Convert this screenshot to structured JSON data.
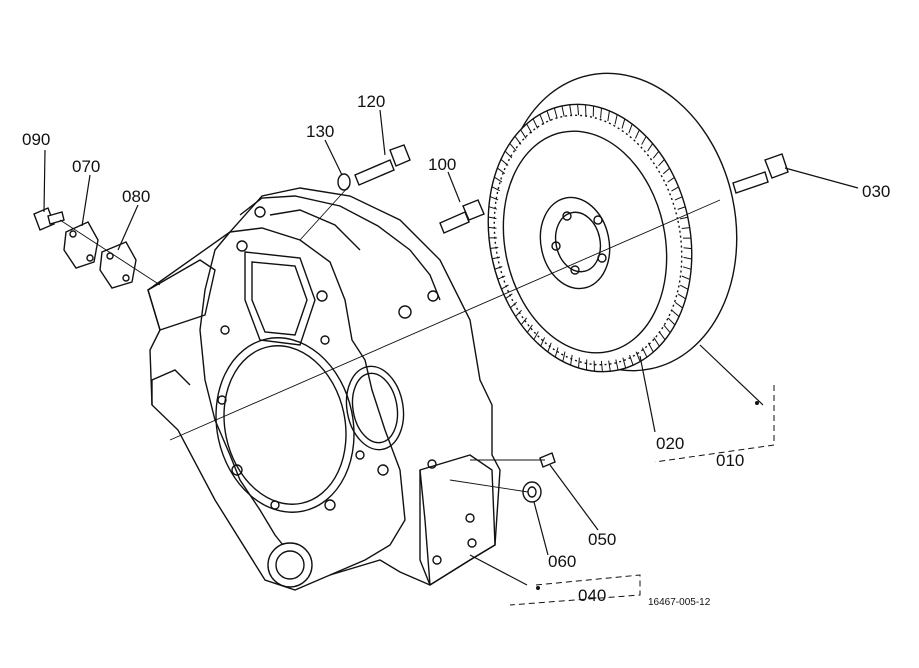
{
  "callouts": {
    "c010": "010",
    "c020": "020",
    "c030": "030",
    "c040": "040",
    "c050": "050",
    "c060": "060",
    "c070": "070",
    "c080": "080",
    "c090": "090",
    "c100": "100",
    "c120": "120",
    "c130": "130"
  },
  "drawing_code": "16467-005-12"
}
